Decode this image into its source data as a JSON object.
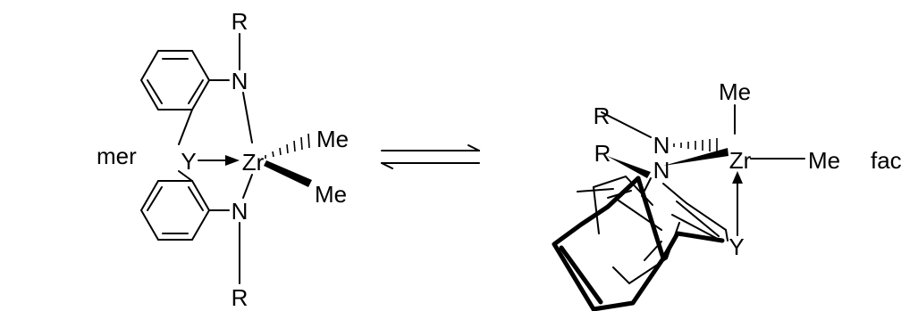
{
  "left_label": "mer",
  "right_label": "fac",
  "atoms": {
    "R": "R",
    "N": "N",
    "Y": "Y",
    "Zr": "Zr",
    "Me": "Me"
  }
}
